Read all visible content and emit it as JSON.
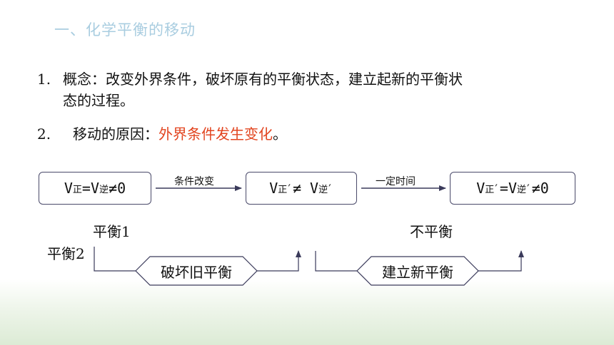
{
  "title": "一、化学平衡的移动",
  "items": [
    {
      "number": "1.",
      "text_line1": "概念：改变外界条件，破坏原有的平衡状态，建立起新的平衡状",
      "text_line2": "态的过程。"
    },
    {
      "number": "2.",
      "text_prefix": "移动的原因：",
      "text_highlight": "外界条件发生变化",
      "text_suffix": "。"
    }
  ],
  "diagram": {
    "box1": {
      "v": "V",
      "sub_forward": "正",
      "eq": "=V",
      "sub_reverse": "逆",
      "ne_zero": "≠0"
    },
    "arrow1_label": "条件改变",
    "box2": {
      "v": "V",
      "sub_forward": "正",
      "prime": "′",
      "ne": " ≠ V",
      "sub_reverse": "逆",
      "prime2": "′"
    },
    "arrow2_label": "一定时间",
    "box3": {
      "v": "V",
      "sub_forward": "正",
      "prime": "′",
      "eq": "=V",
      "sub_reverse": "逆",
      "prime2": "′",
      "ne_zero": "≠0"
    },
    "state_label_1": "平衡1",
    "state_label_2": "不平衡",
    "state_label_3": "平衡2",
    "hex_label_1": "破坏旧平衡",
    "hex_label_2": "建立新平衡"
  },
  "colors": {
    "title": "#a9cde0",
    "highlight": "#e2441f",
    "box_border": "#4a4a6a",
    "arrow": "#3a3a5a"
  }
}
